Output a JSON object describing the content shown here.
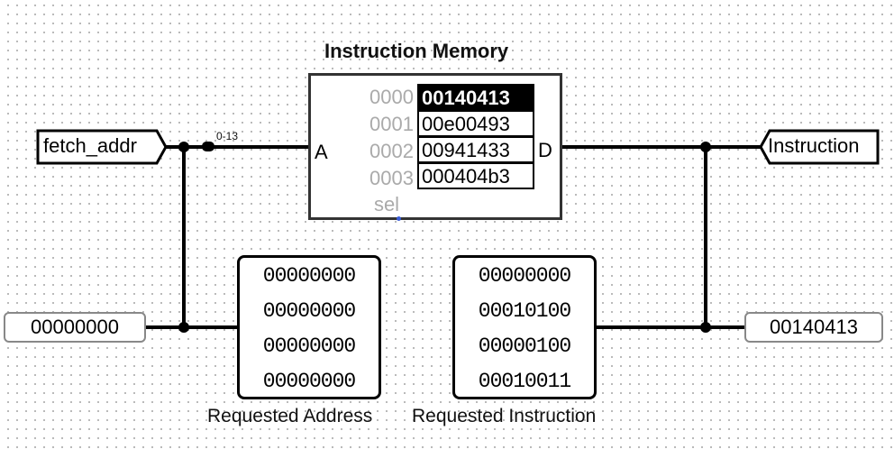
{
  "memory": {
    "title": "Instruction Memory",
    "addresses": [
      "0000",
      "0001",
      "0002",
      "0003"
    ],
    "values": [
      "00140413",
      "00e00493",
      "00941433",
      "000404b3"
    ],
    "selected_row": 0,
    "pin_a": "A",
    "pin_d": "D",
    "sel_label": "sel"
  },
  "splitter_label": "0-13",
  "tunnels": {
    "fetch_addr": "fetch_addr",
    "instruction": "Instruction"
  },
  "constants": {
    "left": "00000000",
    "right": "00140413"
  },
  "probes": {
    "address": {
      "label": "Requested Address",
      "rows": [
        "00000000",
        "00000000",
        "00000000",
        "00000000"
      ]
    },
    "instruction": {
      "label": "Requested Instruction",
      "rows": [
        "00000000",
        "00010100",
        "00000100",
        "00010011"
      ]
    }
  }
}
